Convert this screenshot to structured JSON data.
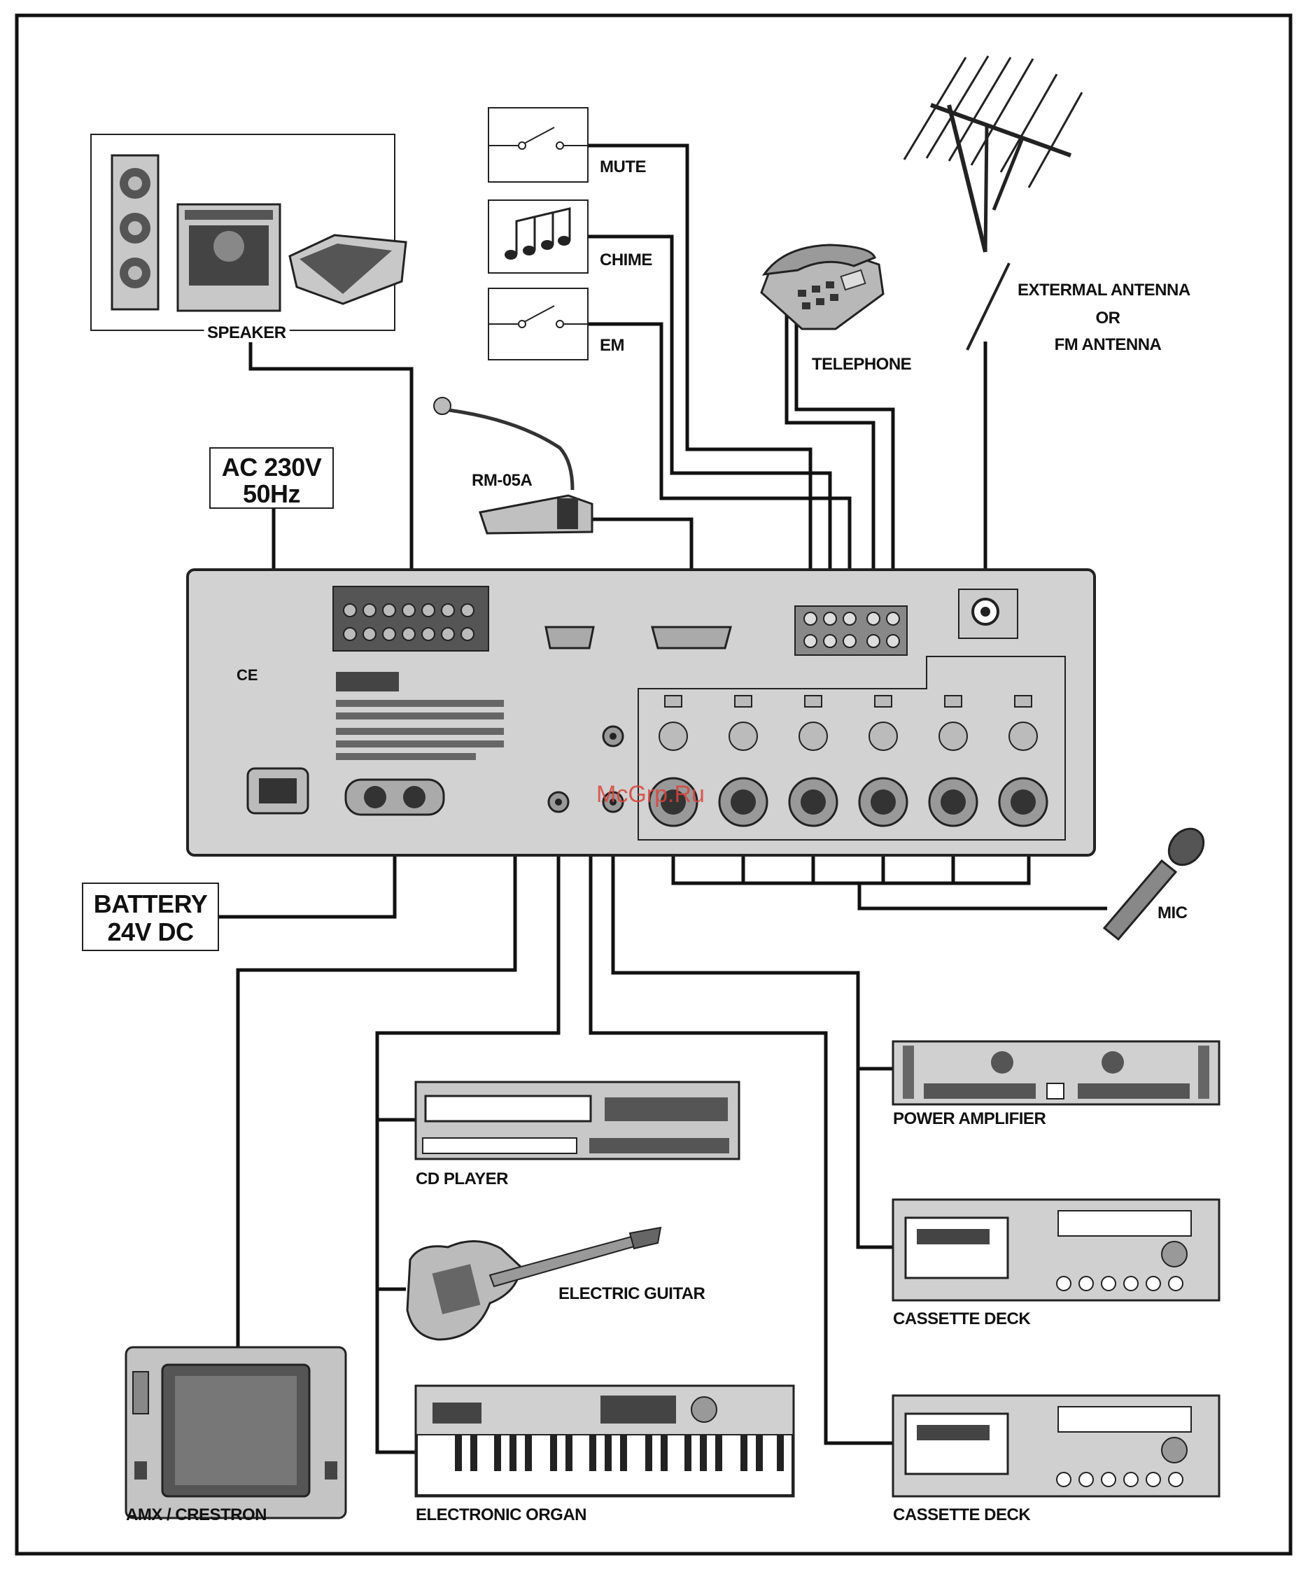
{
  "labels": {
    "speaker": "SPEAKER",
    "mute": "MUTE",
    "chime": "CHIME",
    "em": "EM",
    "telephone": "TELEPHONE",
    "antenna_line1": "EXTERMAL ANTENNA",
    "antenna_line2": "OR",
    "antenna_line3": "FM ANTENNA",
    "rm05a": "RM-05A",
    "ac_line1": "AC 230V",
    "ac_line2": "50Hz",
    "battery_line1": "BATTERY",
    "battery_line2": "24V DC",
    "mic": "MIC",
    "power_amplifier": "POWER AMPLIFIER",
    "cd_player": "CD PLAYER",
    "electric_guitar": "ELECTRIC GUITAR",
    "cassette_deck_1": "CASSETTE DECK",
    "cassette_deck_2": "CASSETTE DECK",
    "amx_crestron": "AMX / CRESTRON",
    "electronic_organ": "ELECTRONIC ORGAN",
    "watermark": "McGrp.Ru"
  },
  "colors": {
    "line": "#111111",
    "panel": "#d2d2d2",
    "device_fill": "#c4c4c4",
    "device_dark": "#555555",
    "watermark": "#d9443c"
  }
}
